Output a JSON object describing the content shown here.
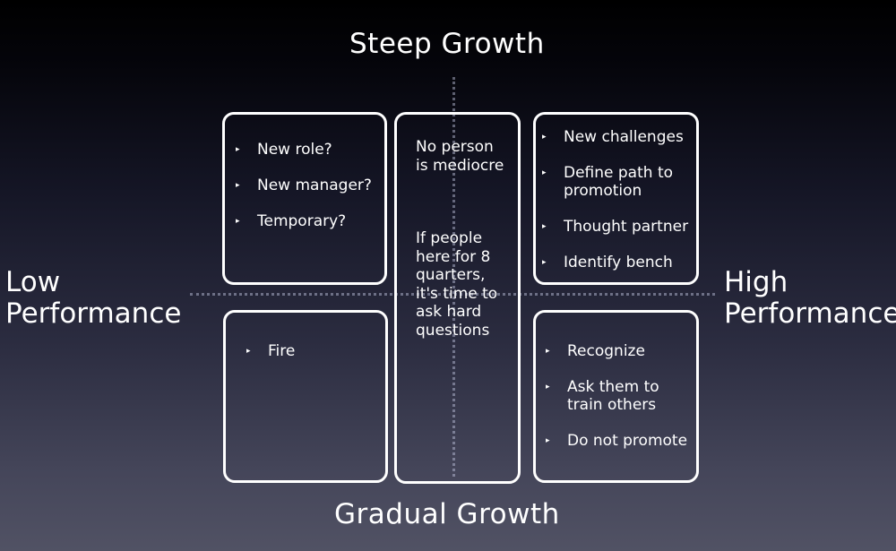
{
  "axes": {
    "top": "Steep Growth",
    "bottom": "Gradual Growth",
    "left": "Low\nPerformance",
    "right": "High\nPerformance"
  },
  "quadrants": {
    "top_left": {
      "items": [
        "New role?",
        "New manager?",
        "Temporary?"
      ]
    },
    "bottom_left": {
      "items": [
        "Fire"
      ]
    },
    "top_right": {
      "items": [
        "New challenges",
        "Define path to promotion",
        "Thought partner",
        "Identify bench"
      ]
    },
    "bottom_right": {
      "items": [
        "Recognize",
        "Ask them to train others",
        "Do not promote"
      ]
    }
  },
  "center": {
    "text_1": "No person\nis mediocre",
    "text_2": "If people\nhere for 8\nquarters,\nit's time to\nask hard\nquestions"
  },
  "colors": {
    "background_top": "#000000",
    "background_bottom": "#515264",
    "foreground": "#ffffff",
    "axis_dots": "#c8cde6"
  }
}
